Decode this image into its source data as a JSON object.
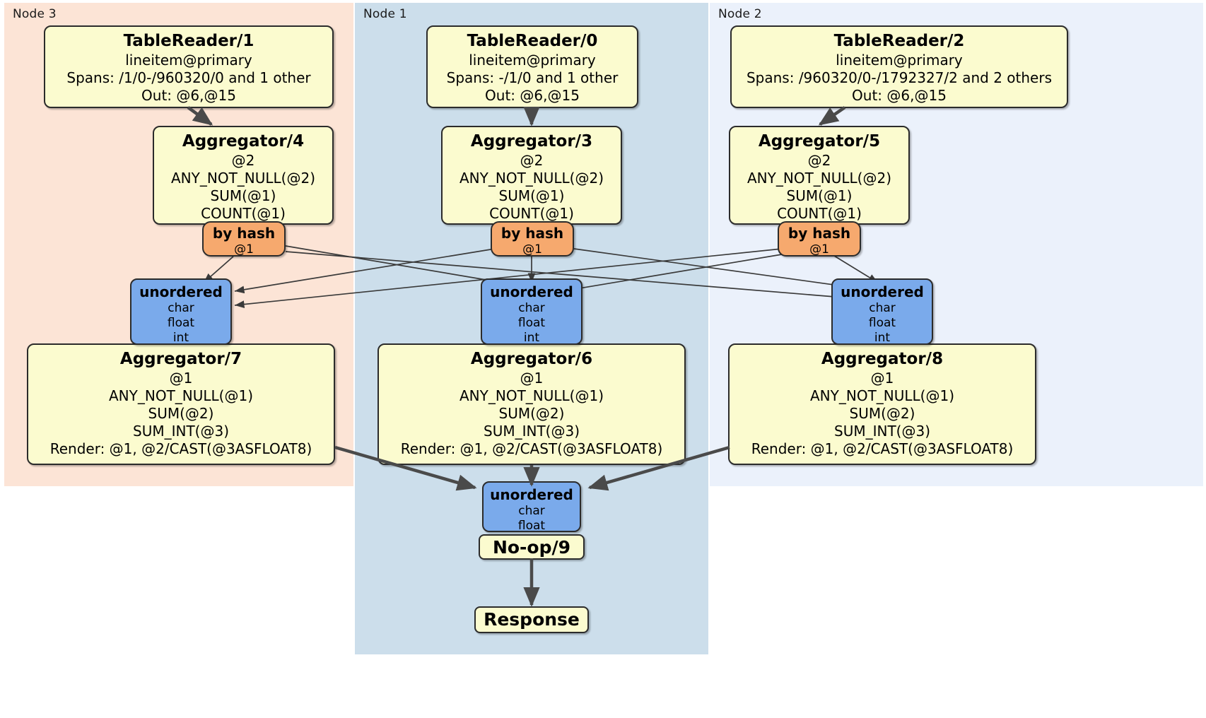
{
  "diagram": {
    "title": "Distributed SQL query plan",
    "colors": {
      "node3_panel": "#fce4d6",
      "node1_panel": "#ccdeeb",
      "node2_panel": "#ebf1fb",
      "processor_fill": "#fbfbcf",
      "router_fill": "#f6a96e",
      "sync_fill": "#7aaaeb",
      "stroke": "#2b2b2b"
    }
  },
  "panels": [
    {
      "id": "node3",
      "label": "Node 3"
    },
    {
      "id": "node1",
      "label": "Node 1"
    },
    {
      "id": "node2",
      "label": "Node 2"
    }
  ],
  "table_readers": {
    "left": {
      "title": "TableReader/1",
      "index": "lineitem@primary",
      "spans": "Spans: /1/0-/960320/0 and 1 other",
      "out": "Out: @6,@15"
    },
    "middle": {
      "title": "TableReader/0",
      "index": "lineitem@primary",
      "spans": "Spans: -/1/0 and 1 other",
      "out": "Out: @6,@15"
    },
    "right": {
      "title": "TableReader/2",
      "index": "lineitem@primary",
      "spans": "Spans: /960320/0-/1792327/2 and 2 others",
      "out": "Out: @6,@15"
    }
  },
  "aggregators_upper": {
    "left": {
      "title": "Aggregator/4",
      "group": "@2",
      "agg1": "ANY_NOT_NULL(@2)",
      "agg2": "SUM(@1)",
      "agg3": "COUNT(@1)"
    },
    "middle": {
      "title": "Aggregator/3",
      "group": "@2",
      "agg1": "ANY_NOT_NULL(@2)",
      "agg2": "SUM(@1)",
      "agg3": "COUNT(@1)"
    },
    "right": {
      "title": "Aggregator/5",
      "group": "@2",
      "agg1": "ANY_NOT_NULL(@2)",
      "agg2": "SUM(@1)",
      "agg3": "COUNT(@1)"
    }
  },
  "routers": {
    "left": {
      "title": "by hash",
      "column": "@1"
    },
    "middle": {
      "title": "by hash",
      "column": "@1"
    },
    "right": {
      "title": "by hash",
      "column": "@1"
    }
  },
  "synchronizers_mid": {
    "left": {
      "title": "unordered",
      "type1": "char",
      "type2": "float",
      "type3": "int"
    },
    "middle": {
      "title": "unordered",
      "type1": "char",
      "type2": "float",
      "type3": "int"
    },
    "right": {
      "title": "unordered",
      "type1": "char",
      "type2": "float",
      "type3": "int"
    }
  },
  "aggregators_lower": {
    "left": {
      "title": "Aggregator/7",
      "group": "@1",
      "agg1": "ANY_NOT_NULL(@1)",
      "agg2": "SUM(@2)",
      "agg3": "SUM_INT(@3)",
      "render": "Render: @1, @2/CAST(@3ASFLOAT8)"
    },
    "middle": {
      "title": "Aggregator/6",
      "group": "@1",
      "agg1": "ANY_NOT_NULL(@1)",
      "agg2": "SUM(@2)",
      "agg3": "SUM_INT(@3)",
      "render": "Render: @1, @2/CAST(@3ASFLOAT8)"
    },
    "right": {
      "title": "Aggregator/8",
      "group": "@1",
      "agg1": "ANY_NOT_NULL(@1)",
      "agg2": "SUM(@2)",
      "agg3": "SUM_INT(@3)",
      "render": "Render: @1, @2/CAST(@3ASFLOAT8)"
    }
  },
  "final_sync": {
    "title": "unordered",
    "type1": "char",
    "type2": "float"
  },
  "noop": {
    "label": "No-op/9"
  },
  "response": {
    "label": "Response"
  }
}
